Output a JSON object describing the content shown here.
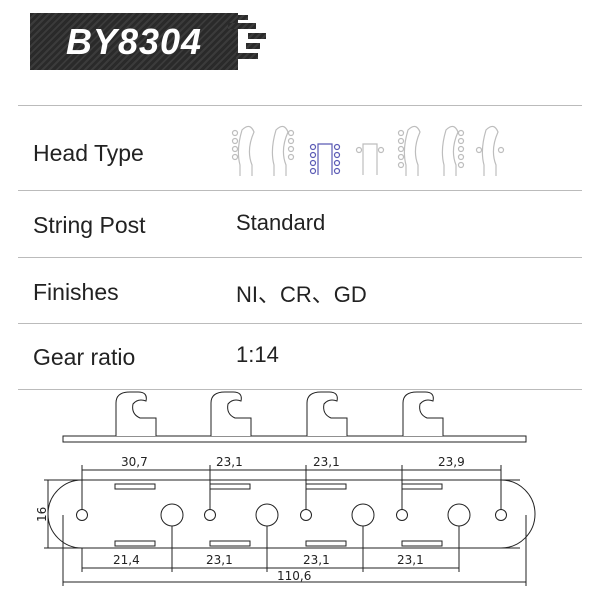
{
  "model": "BY8304",
  "specs": [
    {
      "label": "Head Type",
      "value": ""
    },
    {
      "label": "String Post",
      "value": "Standard"
    },
    {
      "label": "Finishes",
      "value": "NI、CR、GD"
    },
    {
      "label": "Gear ratio",
      "value": "1:14"
    }
  ],
  "head_types": {
    "count": 7,
    "selected_index": 2,
    "selected_color": "#5b5bb5",
    "other_color": "#bdbdbd"
  },
  "dimensions": {
    "top": [
      "30,7",
      "23,1",
      "23,1",
      "23,9"
    ],
    "bottom": [
      "21,4",
      "23,1",
      "23,1",
      "23,1"
    ],
    "total": "110,6",
    "height": "16"
  }
}
